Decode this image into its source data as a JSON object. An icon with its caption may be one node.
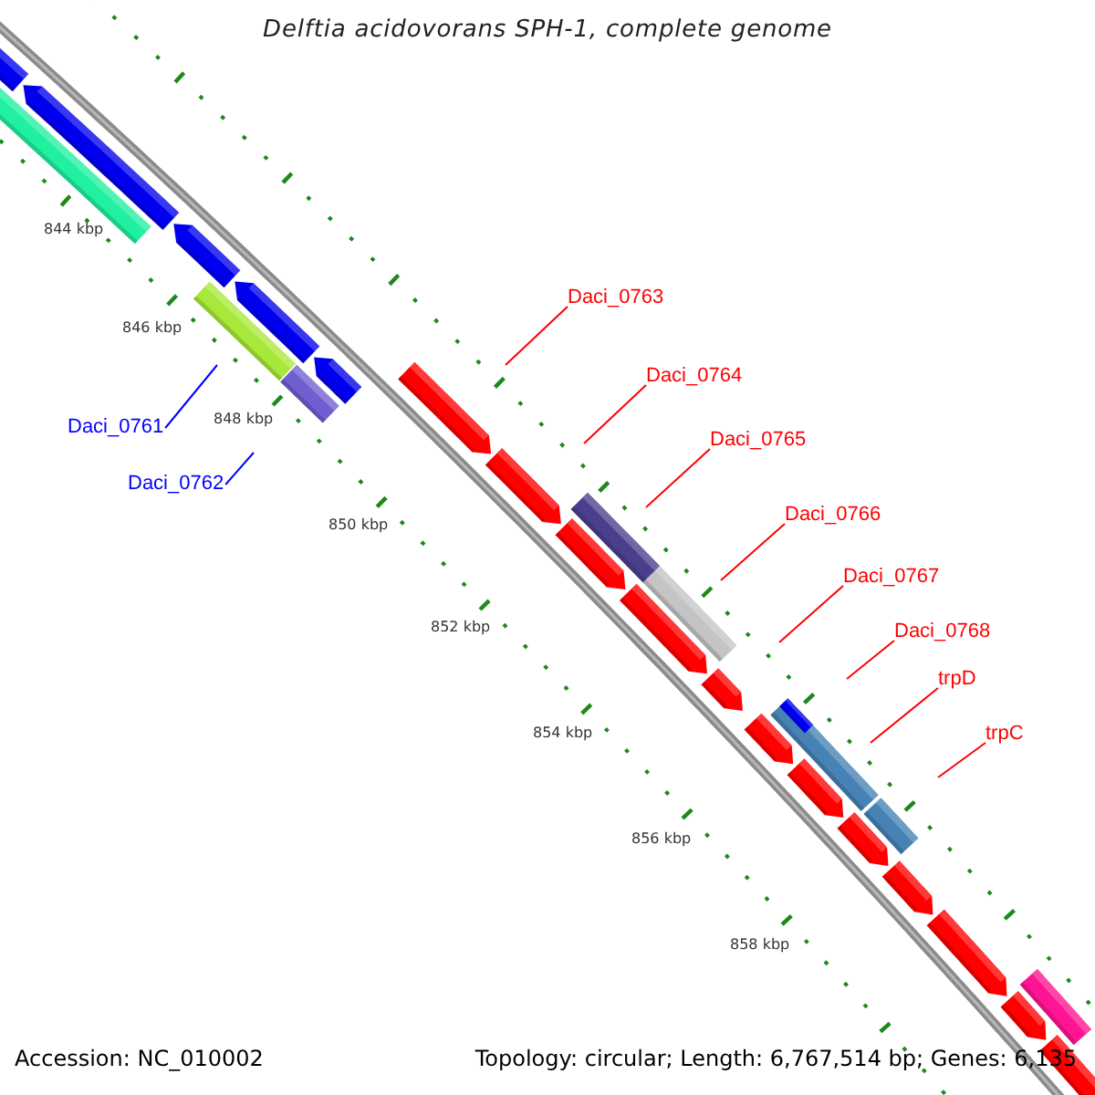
{
  "diagram": {
    "title": "Delftia acidovorans SPH-1, complete genome",
    "nodes": [
      {
        "text": [
          "Daci_0761"
        ]
      },
      {
        "text": [
          "Daci_0762"
        ]
      },
      {
        "text": [
          "Daci_0763"
        ]
      },
      {
        "text": [
          "Daci_0764"
        ]
      },
      {
        "text": [
          "Daci_0765"
        ]
      },
      {
        "text": [
          "Daci_0766"
        ]
      },
      {
        "text": [
          "Daci_0767"
        ]
      },
      {
        "text": [
          "Daci_0768"
        ]
      },
      {
        "text": [
          "trpD"
        ]
      },
      {
        "text": [
          "trpC"
        ]
      }
    ],
    "edges": [
      {
        "from": 0,
        "to": null,
        "arrow": "none",
        "color": "#0000ff"
      },
      {
        "from": 1,
        "to": null,
        "arrow": "none",
        "color": "#0000ff"
      },
      {
        "from": 2,
        "to": null,
        "arrow": "none"
      },
      {
        "from": 3,
        "to": null,
        "arrow": "none"
      },
      {
        "from": 4,
        "to": null,
        "arrow": "none"
      },
      {
        "from": 5,
        "to": null,
        "arrow": "none"
      },
      {
        "from": 6,
        "to": null,
        "arrow": "none"
      },
      {
        "from": 7,
        "to": null,
        "arrow": "none"
      },
      {
        "from": 8,
        "to": null,
        "arrow": "none"
      },
      {
        "from": 9,
        "to": null,
        "arrow": "none"
      }
    ],
    "labels": [
      "844 kbp",
      "846 kbp",
      "848 kbp",
      "850 kbp",
      "852 kbp",
      "854 kbp",
      "856 kbp",
      "858 kbp",
      "Accession: NC_010002",
      "Topology: circular; Length: 6,767,514 bp; Genes: 6,135"
    ]
  }
}
